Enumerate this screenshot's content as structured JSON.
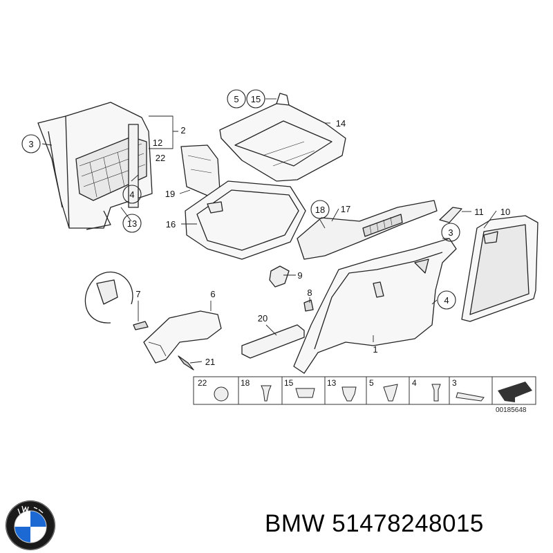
{
  "diagram": {
    "part_number_ref": "00185648",
    "callouts": [
      "2",
      "12",
      "22",
      "3",
      "4",
      "13",
      "5",
      "15",
      "14",
      "19",
      "16",
      "18",
      "17",
      "11",
      "10",
      "3",
      "9",
      "8",
      "4",
      "7",
      "6",
      "20",
      "1",
      "21"
    ],
    "legend_strip": [
      "22",
      "18",
      "15",
      "13",
      "5",
      "4",
      "3"
    ]
  },
  "caption": {
    "brand": "BMW",
    "part_code": "51478248015"
  },
  "logo": {
    "letters": "BMW",
    "colors": {
      "blue": "#1c69d4",
      "ring": "#1a1a1a",
      "white": "#ffffff"
    }
  }
}
